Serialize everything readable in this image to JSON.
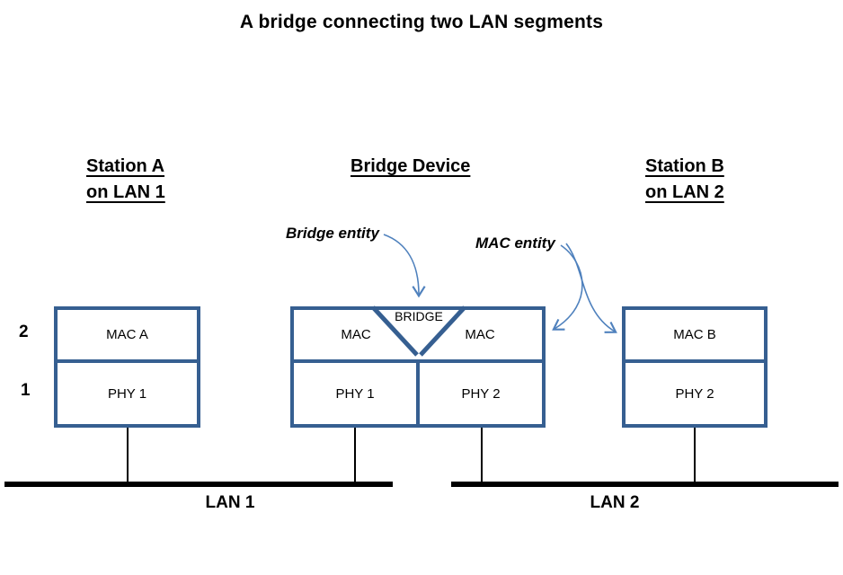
{
  "diagram": {
    "title": "A bridge connecting two LAN segments",
    "colors": {
      "box_border": "#365F91",
      "arrow": "#4F81BD",
      "lan_line": "#000000",
      "text": "#000000"
    },
    "headings": {
      "station_a_line1": "Station A",
      "station_a_line2": "on LAN 1",
      "bridge_device": "Bridge Device",
      "station_b_line1": "Station B",
      "station_b_line2": "on LAN 2"
    },
    "annotations": {
      "bridge_entity": "Bridge entity",
      "mac_entity": "MAC entity"
    },
    "layers": {
      "layer2": "2",
      "layer1": "1"
    },
    "station_a": {
      "mac": "MAC A",
      "phy": "PHY 1"
    },
    "bridge_device": {
      "bridge": "BRIDGE",
      "mac_left": "MAC",
      "mac_right": "MAC",
      "phy_left": "PHY 1",
      "phy_right": "PHY 2"
    },
    "station_b": {
      "mac": "MAC B",
      "phy": "PHY 2"
    },
    "lans": {
      "lan1": "LAN 1",
      "lan2": "LAN 2"
    }
  }
}
